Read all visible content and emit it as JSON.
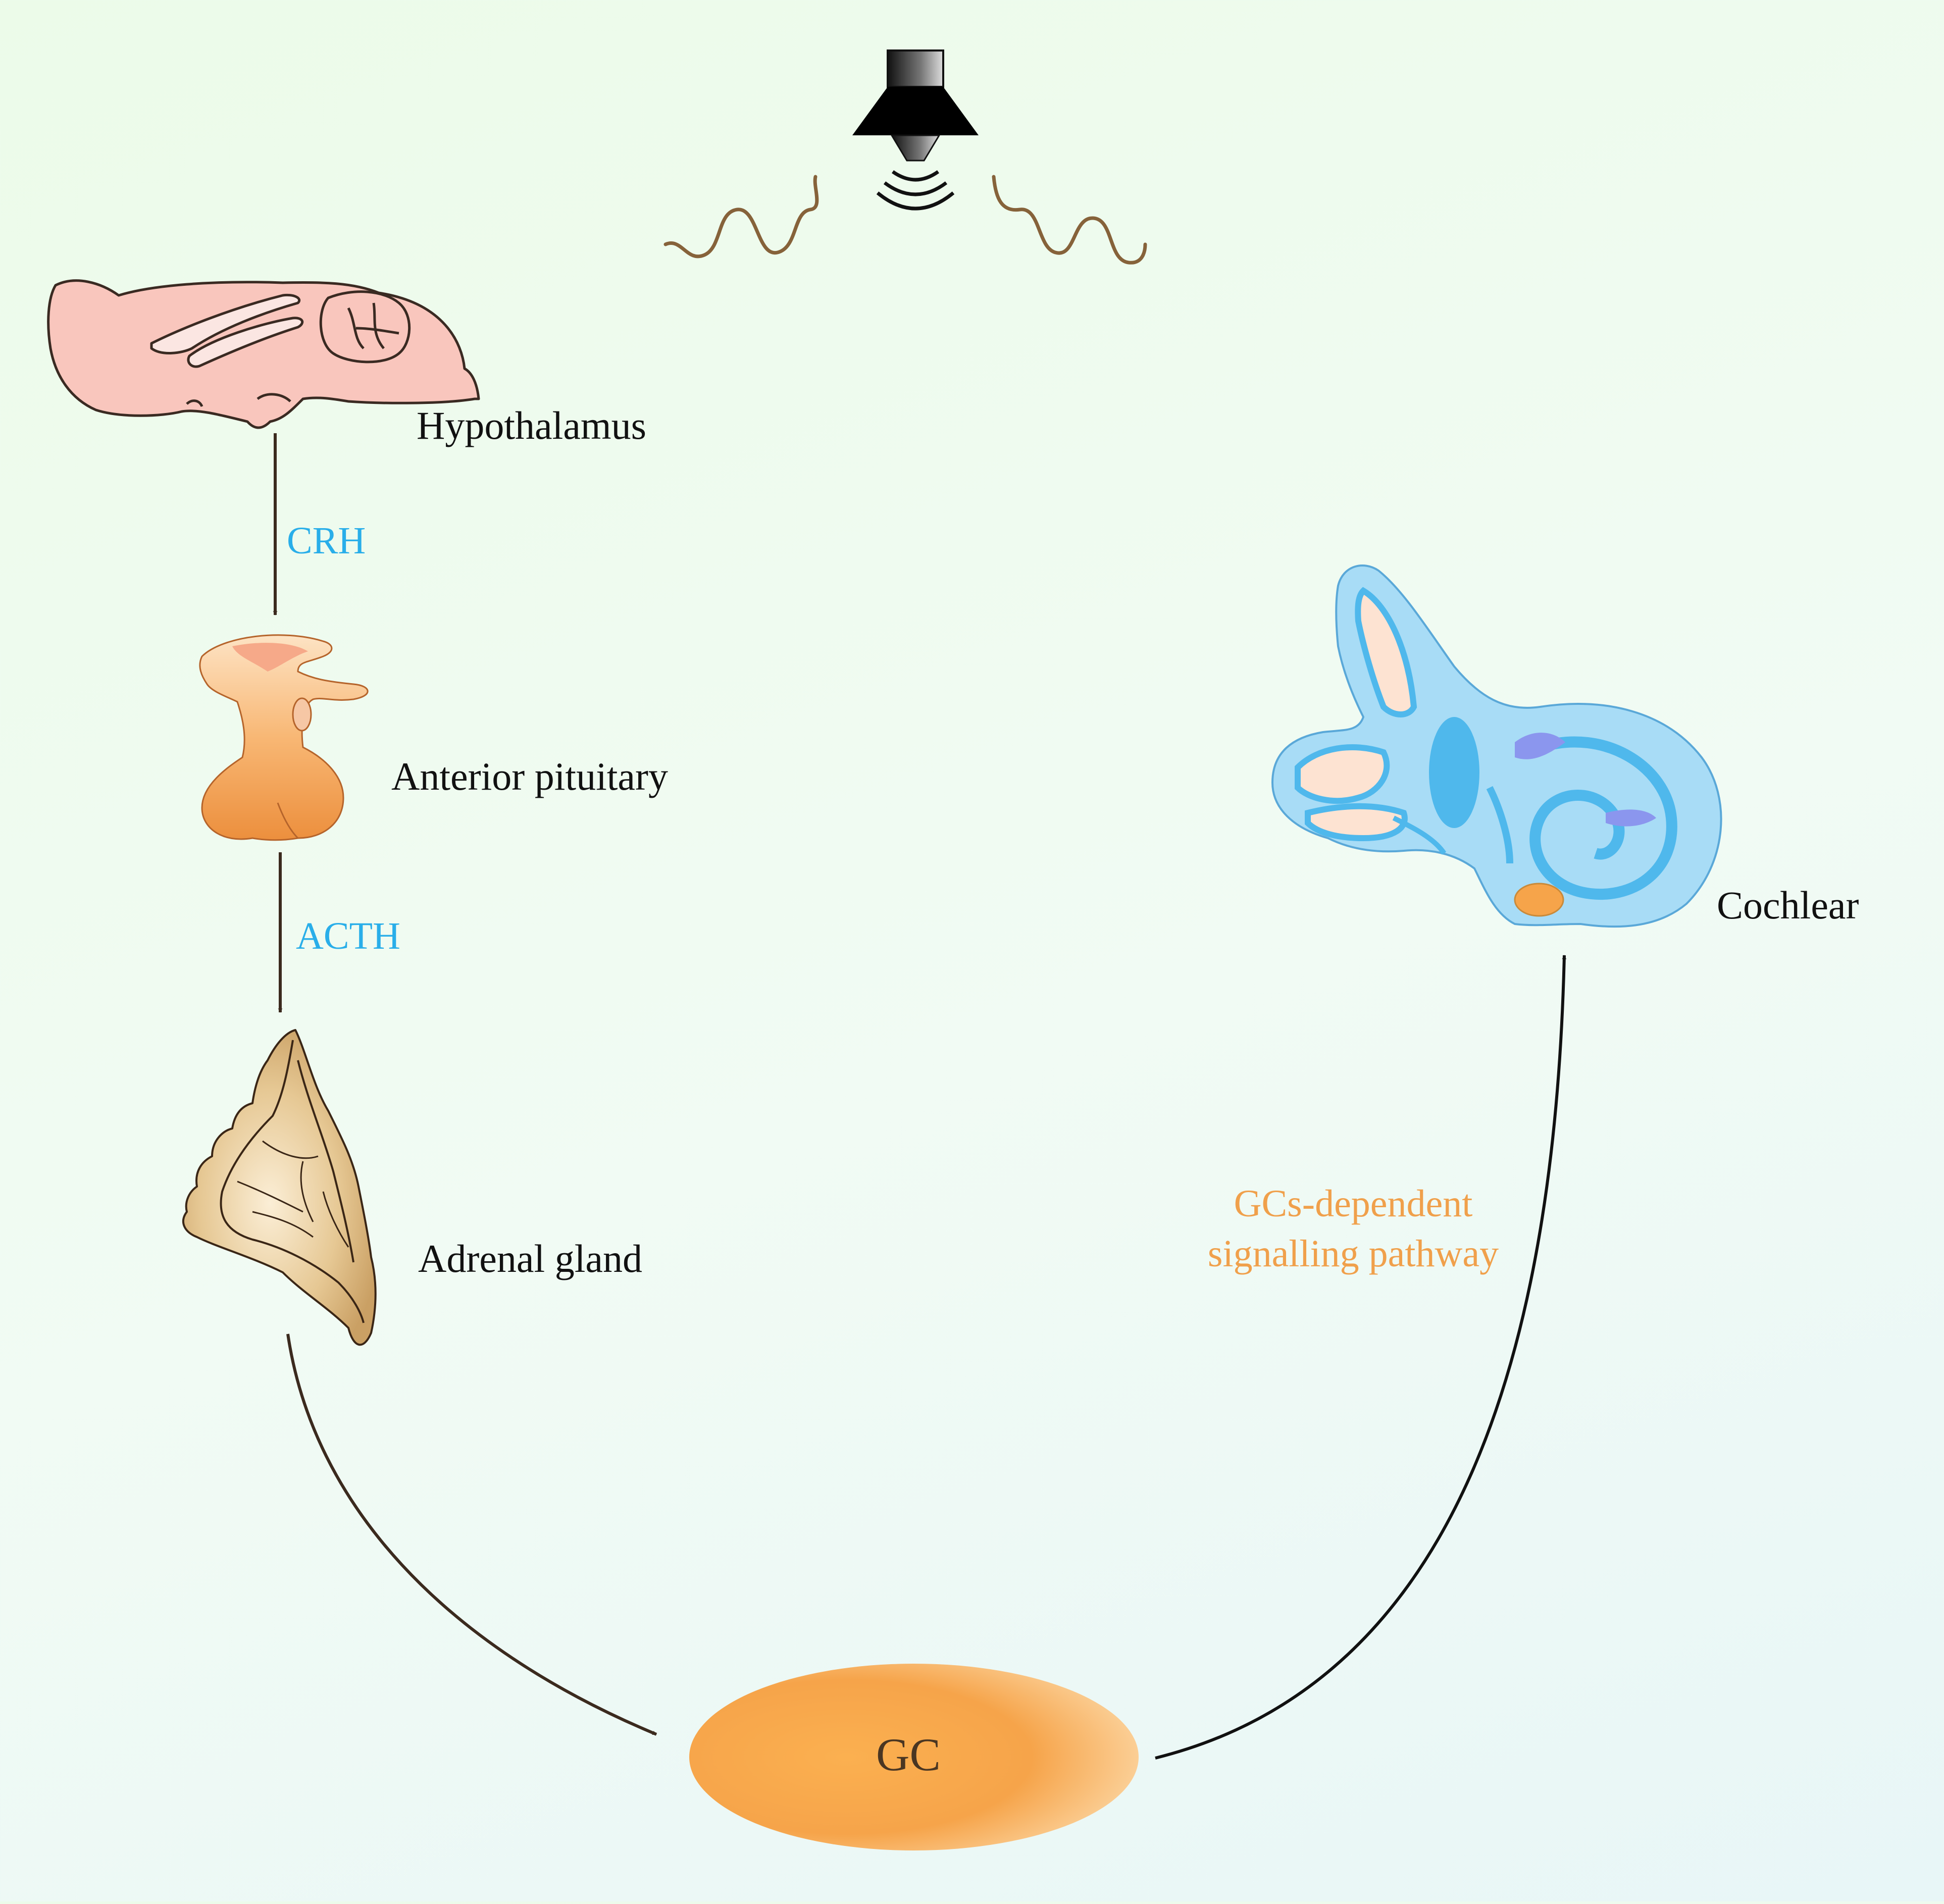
{
  "labels": {
    "hypothalamus": "Hypothalamus",
    "anterior_pituitary": "Anterior pituitary",
    "adrenal_gland": "Adrenal gland",
    "cochlear": "Cochlear",
    "gc": "GC"
  },
  "hormones": {
    "crh": "CRH",
    "acth": "ACTH"
  },
  "pathway": {
    "line1": "GCs-dependent",
    "line2": "signalling pathway"
  },
  "colors": {
    "hormone_text": "#29aee9",
    "pathway_text": "#f0a04b",
    "arrow": "#3b2a1e",
    "gc_fill": "#f6a44a",
    "brain_fill": "#f9c6bd",
    "cochlea_fill": "#7fcdf3"
  }
}
